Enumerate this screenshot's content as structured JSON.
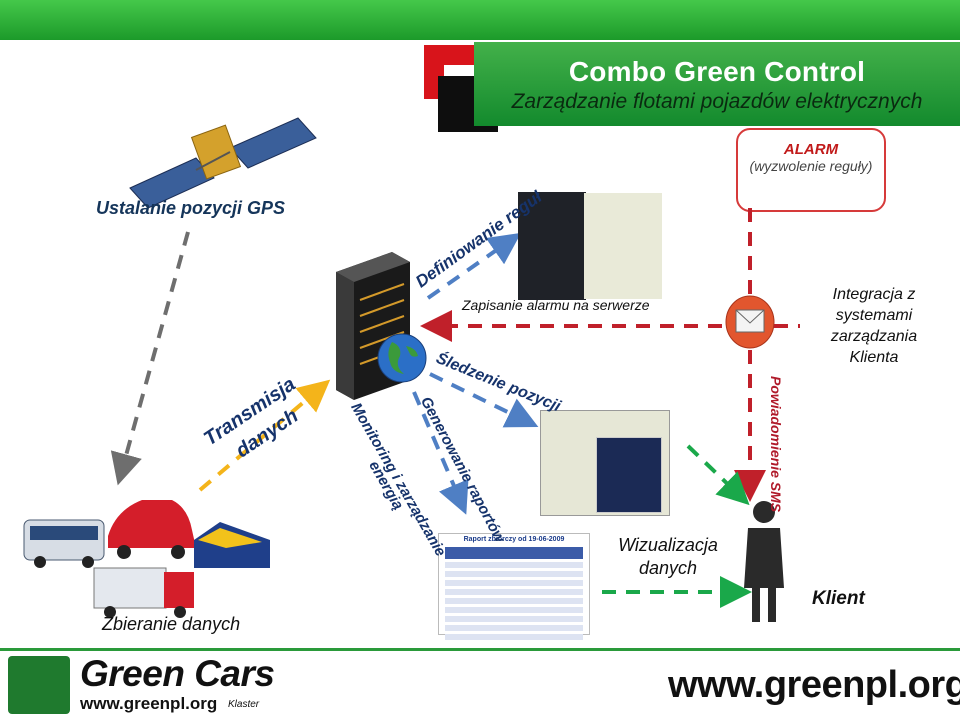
{
  "header": {
    "title": "Combo Green Control",
    "subtitle": "Zarządzanie flotami pojazdów elektrycznych"
  },
  "alarm": {
    "title": "ALARM",
    "subtitle": "(wyzwolenie reguły)"
  },
  "labels": {
    "gps": "Ustalanie pozycji GPS",
    "rules": "Definiowanie reguł",
    "store_alarm": "Zapisanie alarmu na serwerze",
    "integration": "Integracja z systemami zarządzania Klienta",
    "transmission_line1": "Transmisja",
    "transmission_line2": "danych",
    "tracking": "Śledzenie pozycji",
    "reports": "Generowanie raportów",
    "monitoring_line1": "Monitoring i zarządzanie",
    "monitoring_line2": "energią",
    "sms": "Powiadomienie SMS",
    "visualization": "Wizualizacja danych",
    "client": "Klient",
    "collection": "Zbieranie danych"
  },
  "report_screen": {
    "title": "Raport zbiorczy od 19-06-2009"
  },
  "footer": {
    "brand": "Green Cars",
    "brand_url": "www.greenpl.org",
    "brand_tag": "Klaster",
    "site_url": "www.greenpl.org"
  },
  "colors": {
    "green": "#1f9a34",
    "blue_arrow": "#4f7fc4",
    "red_arrow": "#c0202a",
    "yellow_arrow": "#f4b41a",
    "green_arrow": "#1aa84a",
    "gray_arrow": "#6e6e6e"
  }
}
